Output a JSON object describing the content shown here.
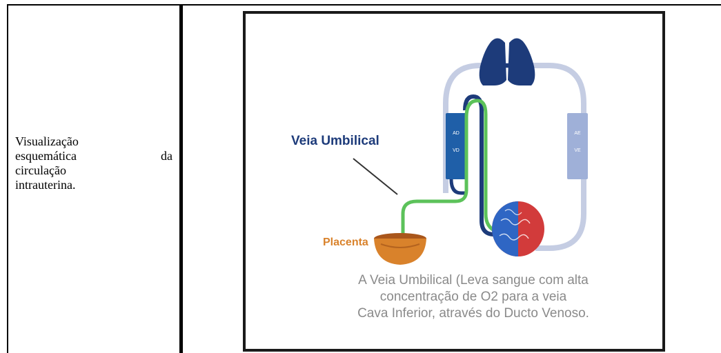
{
  "caption": {
    "line1": "Visualização",
    "line2_word1": "esquemática",
    "line2_word2": "da",
    "line3": "circulação",
    "line4": "intrauterina."
  },
  "diagram": {
    "label_umbilical": "Veia Umbilical",
    "label_placenta": "Placenta",
    "heart_left_top": "AD",
    "heart_left_bottom": "VD",
    "heart_right_top": "AE",
    "heart_right_bottom": "VE",
    "note_line1": "A Veia Umbilical (Leva sangue com alta",
    "note_line2": "concentração de O2 para a veia",
    "note_line3": "Cava Inferior, através do Ducto Venoso.",
    "colors": {
      "navy": "#1d3b7a",
      "blue_box": "#1f5fa8",
      "light_box": "#9fb0d8",
      "green": "#5cc25a",
      "loop": "#c5cde3",
      "orange": "#d9822b",
      "red": "#d23b3b",
      "gray_text": "#8a8a8a"
    }
  }
}
